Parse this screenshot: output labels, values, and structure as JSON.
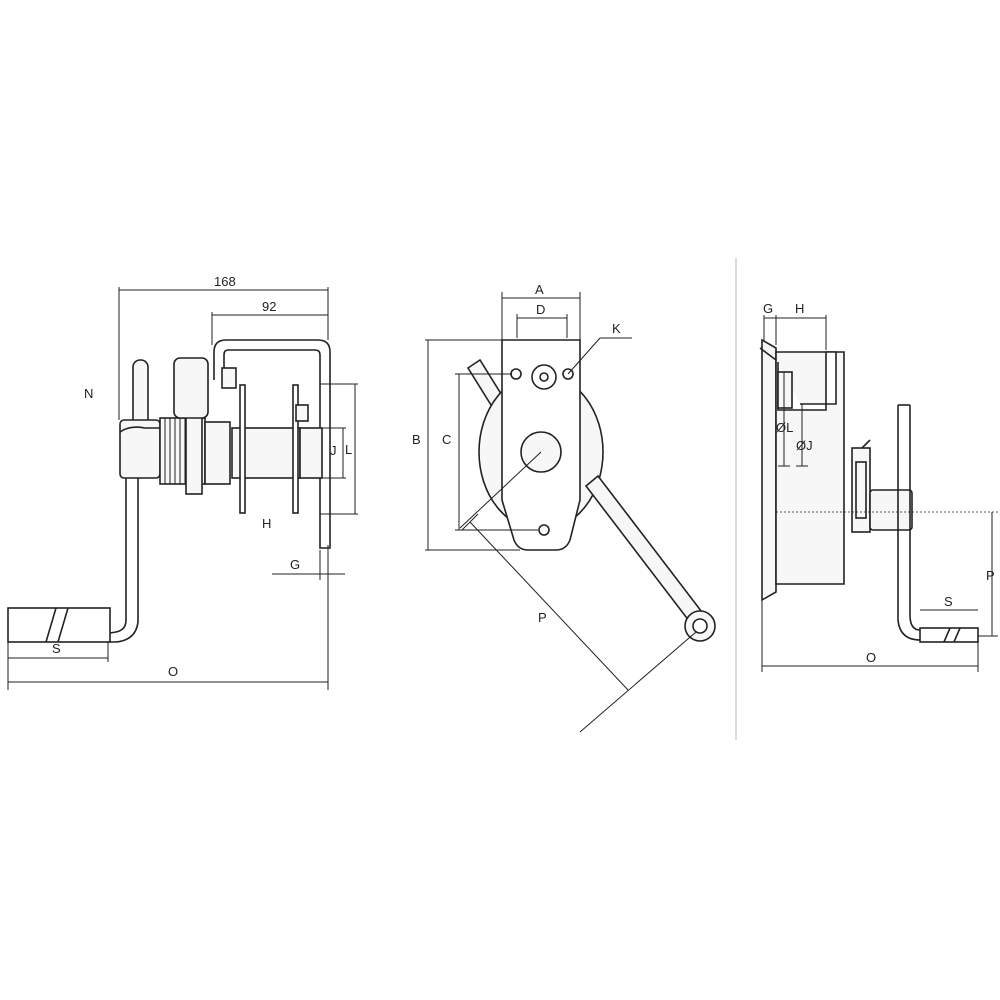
{
  "labels": {
    "dim_168": "168",
    "dim_92": "92",
    "N": "N",
    "H": "H",
    "J": "J",
    "L": "L",
    "G": "G",
    "S": "S",
    "O": "O",
    "A": "A",
    "D": "D",
    "K": "K",
    "B": "B",
    "C": "C",
    "P": "P",
    "phi_L": "ØL",
    "phi_J": "ØJ"
  }
}
